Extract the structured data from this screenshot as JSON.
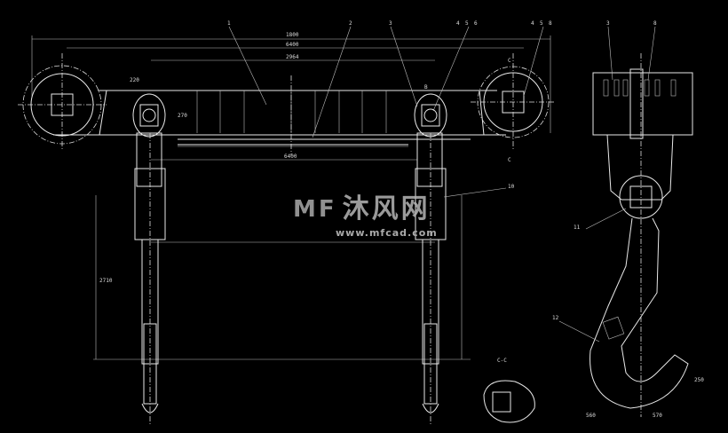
{
  "drawing": {
    "title": "Crane lifting beam assembly drawing",
    "section_labels": [
      "B",
      "C",
      "C",
      "C-C"
    ],
    "part_callouts": [
      "1",
      "2",
      "3",
      "4",
      "5",
      "6",
      "4",
      "5",
      "8",
      "3",
      "8",
      "10",
      "11",
      "12"
    ],
    "dimensions": [
      "1800",
      "6400",
      "2964",
      "6400",
      "2710",
      "270",
      "220",
      "560",
      "250",
      "570"
    ]
  },
  "watermark": {
    "brand": "沐风网",
    "url": "www.mfcad.com"
  }
}
